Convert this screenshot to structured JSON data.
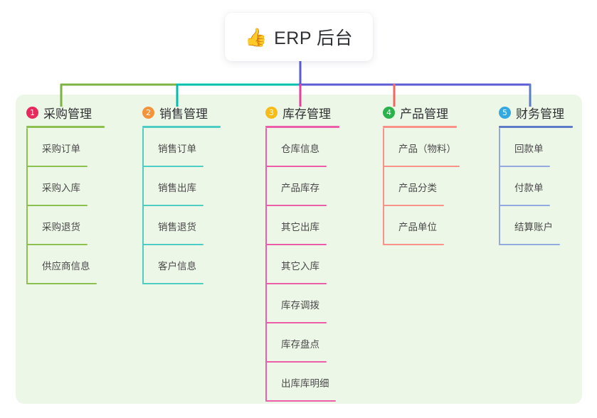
{
  "root": {
    "icon": "thumbs-up-icon",
    "icon_glyph": "👍",
    "title": "ERP 后台"
  },
  "palette": {
    "panel_bg": "#edf7e8",
    "page_bg": "#ffffff",
    "root_connector": "#5b5bd6",
    "col1_line": "#7cb342",
    "col2_line": "#00bfae",
    "col3_line": "#e8409a",
    "col4_line": "#f4675f",
    "col5_line": "#5c7cc8",
    "badge1": "#e8295b",
    "badge2": "#f5933a",
    "badge3": "#f5bc1a",
    "badge4": "#2bb24c",
    "badge5": "#35a8e0"
  },
  "columns": [
    {
      "index": "1",
      "badge_glyph": "1",
      "badge_color": "#e8295b",
      "title": "采购管理",
      "line_color": "#7cb342",
      "rule_color": "#8cc152",
      "items": [
        {
          "label": "采购订单"
        },
        {
          "label": "采购入库"
        },
        {
          "label": "采购退货"
        },
        {
          "label": "供应商信息"
        }
      ]
    },
    {
      "index": "2",
      "badge_glyph": "2",
      "badge_color": "#f5933a",
      "title": "销售管理",
      "line_color": "#00bfae",
      "rule_color": "#4ecdc4",
      "items": [
        {
          "label": "销售订单"
        },
        {
          "label": "销售出库"
        },
        {
          "label": "销售退货"
        },
        {
          "label": "客户信息"
        }
      ]
    },
    {
      "index": "3",
      "badge_glyph": "3",
      "badge_color": "#f5bc1a",
      "title": "库存管理",
      "line_color": "#e8409a",
      "rule_color": "#ec5fa8",
      "items": [
        {
          "label": "仓库信息"
        },
        {
          "label": "产品库存"
        },
        {
          "label": "其它出库"
        },
        {
          "label": "其它入库"
        },
        {
          "label": "库存调拨"
        },
        {
          "label": "库存盘点"
        },
        {
          "label": "出库库明细"
        }
      ]
    },
    {
      "index": "4",
      "badge_glyph": "4",
      "badge_color": "#2bb24c",
      "title": "产品管理",
      "line_color": "#f4675f",
      "rule_color": "#f8928b",
      "items": [
        {
          "label": "产品（物料）"
        },
        {
          "label": "产品分类"
        },
        {
          "label": "产品单位"
        }
      ]
    },
    {
      "index": "5",
      "badge_glyph": "5",
      "badge_color": "#35a8e0",
      "title": "财务管理",
      "line_color": "#5c7cc8",
      "rule_color": "#93a9e0",
      "items": [
        {
          "label": "回款单"
        },
        {
          "label": "付款单"
        },
        {
          "label": "结算账户"
        }
      ]
    }
  ]
}
